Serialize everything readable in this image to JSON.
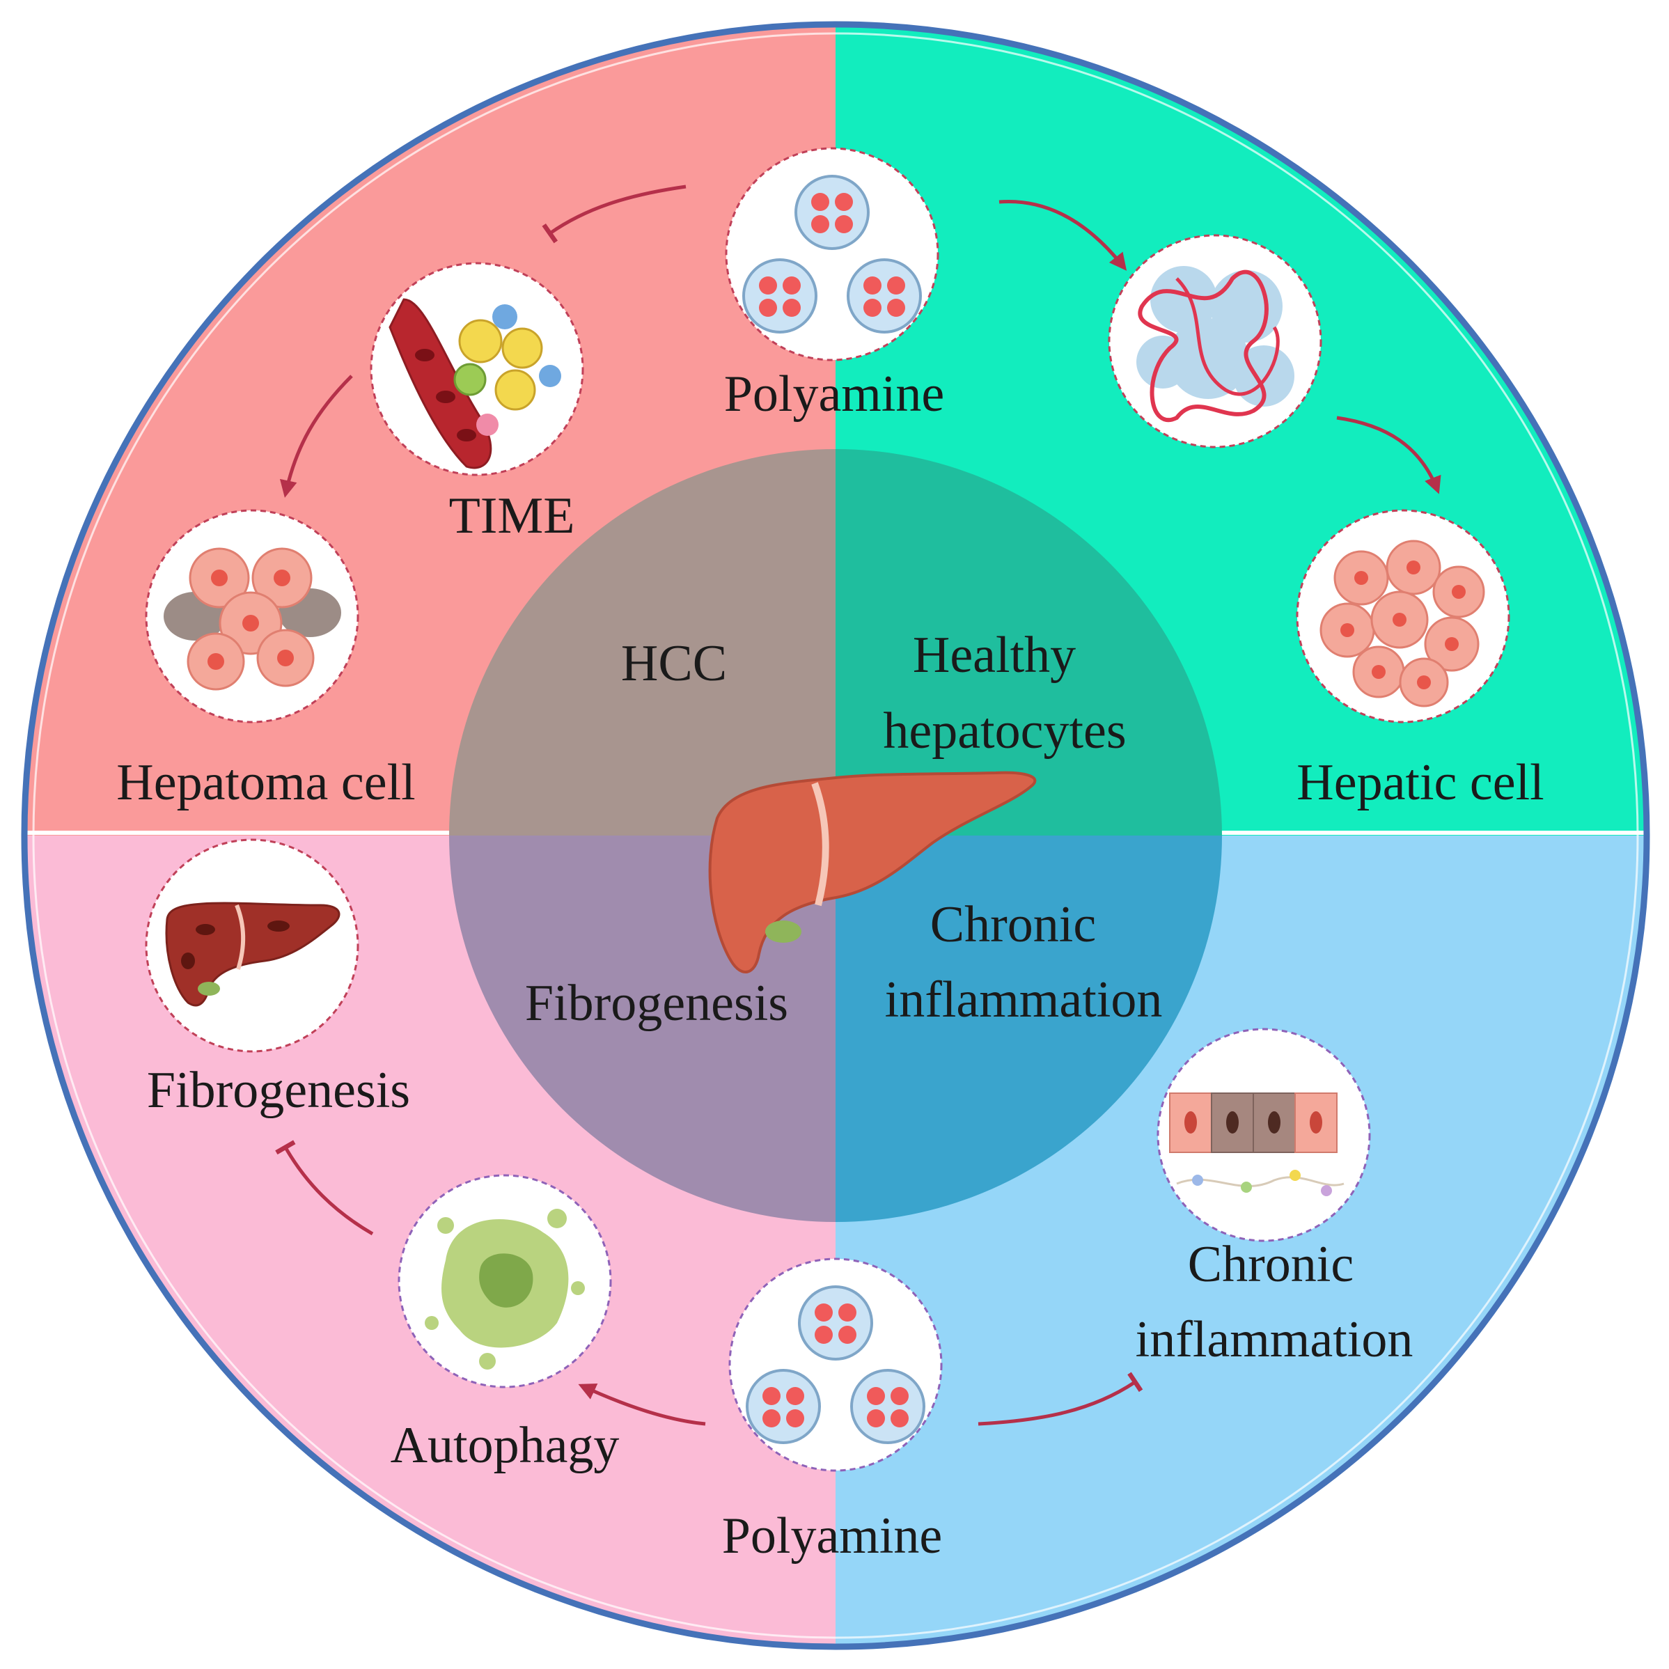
{
  "colors": {
    "hcc_quadrant": "#FA9A9A",
    "healthy_quadrant": "#12EDBE",
    "fibro_quadrant": "#FBBBD6",
    "inflam_quadrant": "#95D6F8",
    "inner_hcc": "#A8958F",
    "inner_healthy": "#1FBE9E",
    "inner_fibro": "#A08CAE",
    "inner_inflam": "#3AA4CD",
    "ring": "#4572B8",
    "arrow": "#B5304A",
    "liver": "#D8624A",
    "cell_red": "#F05A5A",
    "cell_blue": "#CBE3F5"
  },
  "center": {
    "hcc": "HCC",
    "healthy_line1": "Healthy",
    "healthy_line2": "hepatocytes",
    "fibrogenesis": "Fibrogenesis",
    "inflam_line1": "Chronic",
    "inflam_line2": "inflammation",
    "icon": "liver-icon"
  },
  "top_left": {
    "time_label": "TIME",
    "hepatoma_label": "Hepatoma cell",
    "time_icon": "tumor-microenvironment-icon",
    "hepatoma_icon": "hepatoma-cells-icon"
  },
  "top": {
    "polyamine_label": "Polyamine",
    "polyamine_icon": "polyamine-icon"
  },
  "top_right": {
    "hepatic_label": "Hepatic cell",
    "protein_icon": "protein-network-icon",
    "hepatic_icon": "hepatic-cells-icon"
  },
  "bottom_left": {
    "fibro_label": "Fibrogenesis",
    "autophagy_label": "Autophagy",
    "fibro_icon": "fibrotic-liver-icon",
    "autophagy_icon": "autophagy-cell-icon"
  },
  "bottom": {
    "polyamine_label": "Polyamine",
    "polyamine_icon": "polyamine-icon"
  },
  "bottom_right": {
    "inflam_line1": "Chronic",
    "inflam_line2": "inflammation",
    "epithelium_icon": "inflamed-epithelium-icon"
  }
}
